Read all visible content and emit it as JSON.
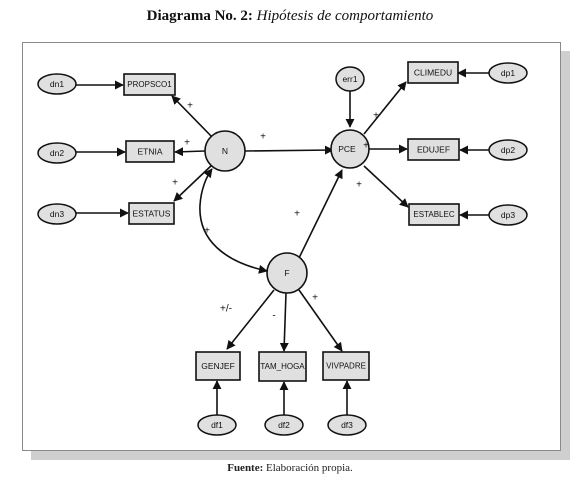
{
  "title": {
    "lead": "Diagrama No. 2:",
    "subtitle": "Hipótesis de comportamiento"
  },
  "source": {
    "lead": "Fuente:",
    "text": "Elaboración propia."
  },
  "nodes": {
    "dn1": "dn1",
    "dn2": "dn2",
    "dn3": "dn3",
    "propsco": "PROPSCO1",
    "etnia": "ETNIA",
    "estatus": "ESTATUS",
    "n": "N",
    "pce": "PCE",
    "f": "F",
    "err1": "err1",
    "climedu": "CLIMEDU",
    "edujef": "EDUJEF",
    "establec": "ESTABLEC",
    "dp1": "dp1",
    "dp2": "dp2",
    "dp3": "dp3",
    "genjef": "GENJEF",
    "tam_hoga": "TAM_HOGA",
    "vivpadre": "VIVPADRE",
    "df1": "df1",
    "df2": "df2",
    "df3": "df3"
  },
  "signs": {
    "n_propsco": "+",
    "n_etnia": "+",
    "n_estatus": "+",
    "n_pce": "+",
    "pce_inner": "+",
    "pce_climedu": "+",
    "pce_establec": "+",
    "f_pce": "+",
    "n_f": "+",
    "f_genjef": "+/-",
    "f_tam": "-",
    "f_viv": "+"
  },
  "colors": {
    "node_fill": "#e0e0e0",
    "stroke": "#111111"
  }
}
